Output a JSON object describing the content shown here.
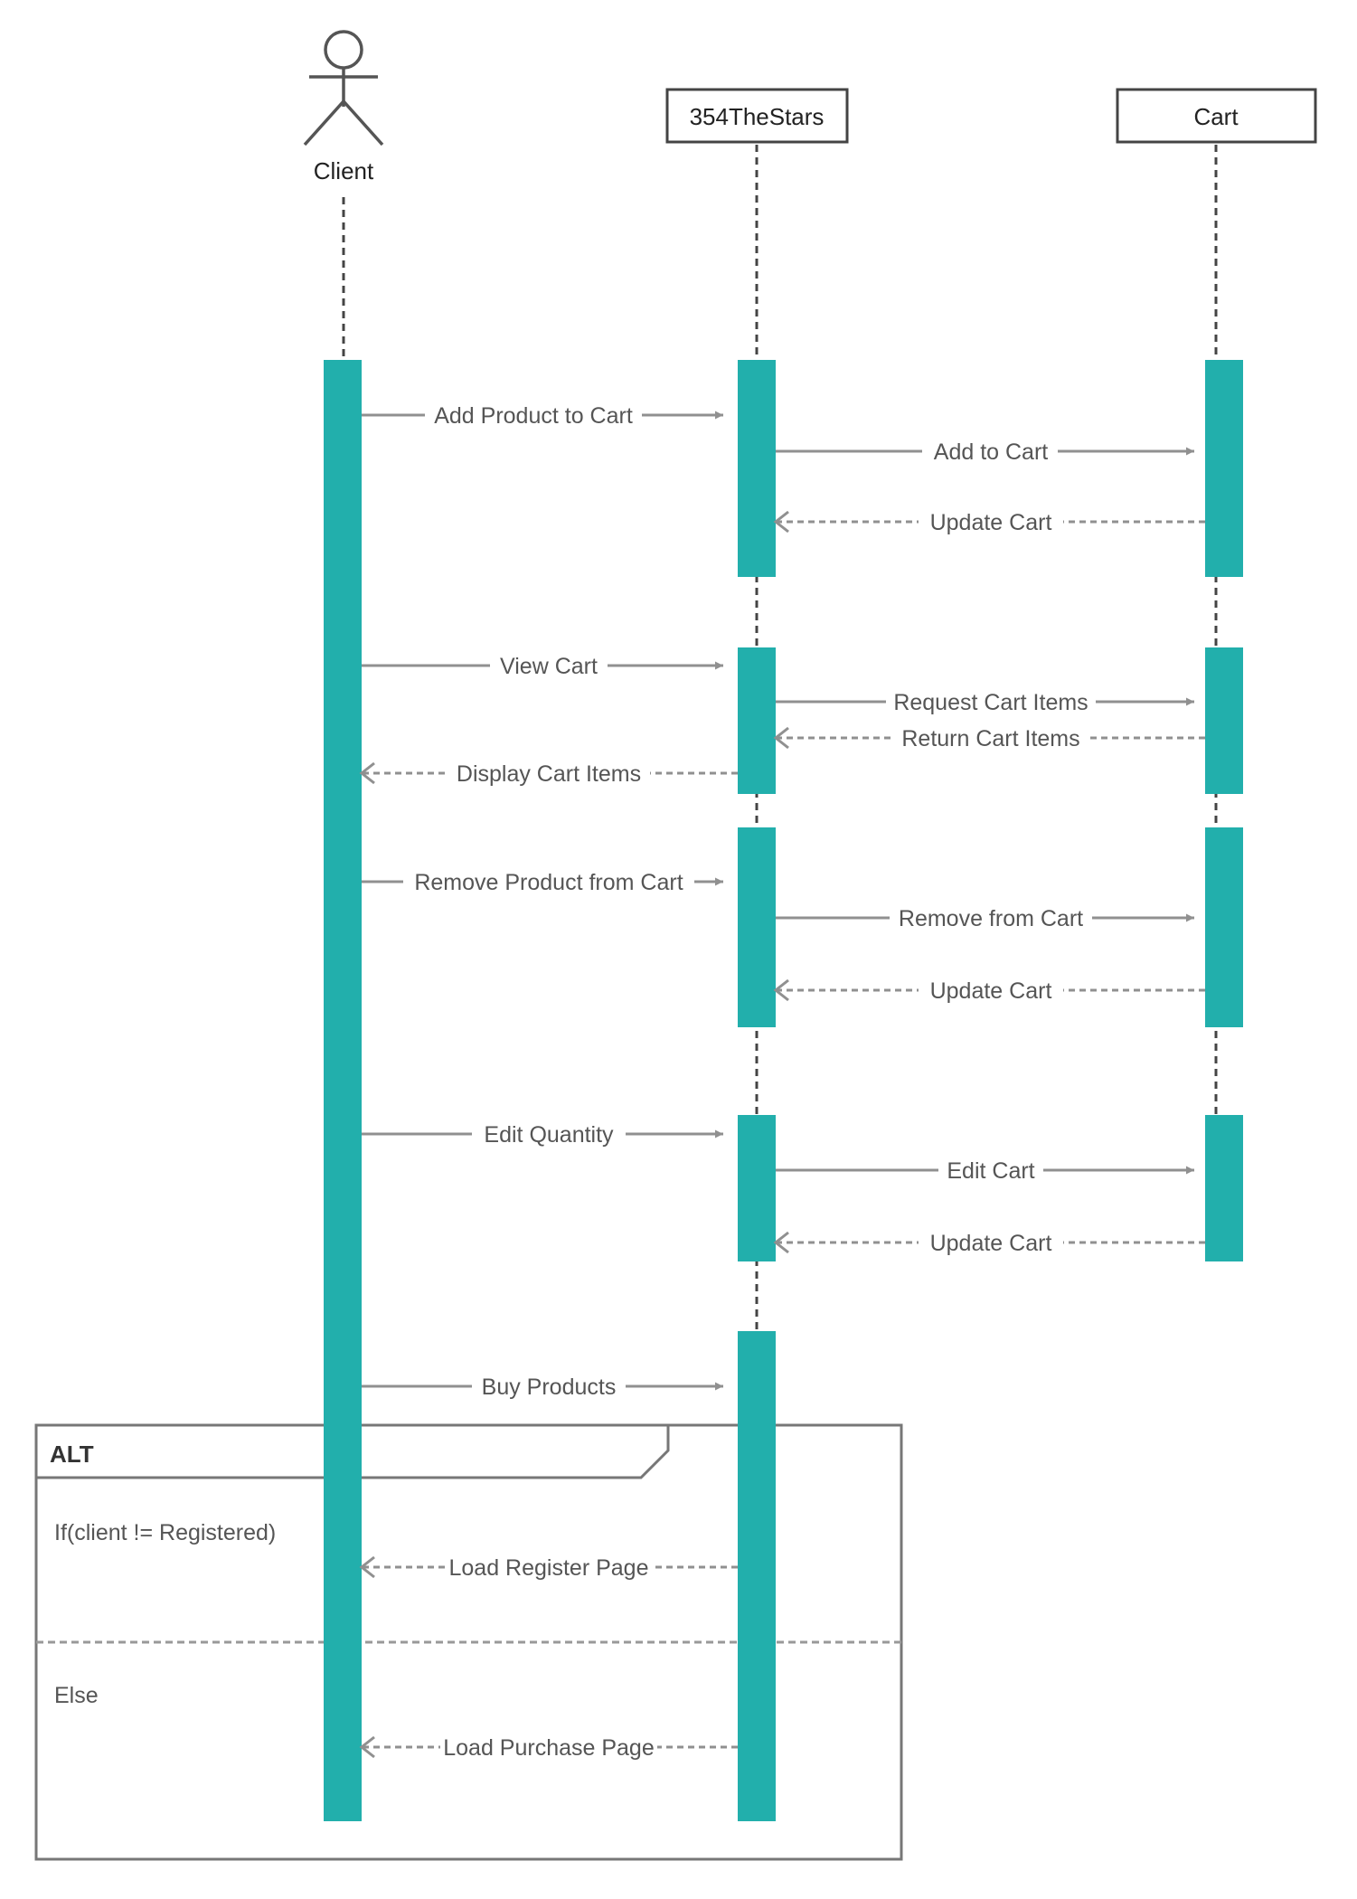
{
  "colors": {
    "activation": "#22afac",
    "line": "#909090",
    "lifeline": "#444444",
    "box_border": "#444444",
    "text": "#555555",
    "frame": "#777777"
  },
  "participants": [
    {
      "id": "client",
      "label": "Client",
      "kind": "actor"
    },
    {
      "id": "stars",
      "label": "354TheStars",
      "kind": "box"
    },
    {
      "id": "cart",
      "label": "Cart",
      "kind": "box"
    }
  ],
  "messages": [
    {
      "from": "client",
      "to": "stars",
      "label": "Add Product to Cart",
      "style": "solid"
    },
    {
      "from": "stars",
      "to": "cart",
      "label": "Add to Cart",
      "style": "solid"
    },
    {
      "from": "cart",
      "to": "stars",
      "label": "Update Cart",
      "style": "dashed"
    },
    {
      "from": "client",
      "to": "stars",
      "label": "View Cart",
      "style": "solid"
    },
    {
      "from": "stars",
      "to": "cart",
      "label": "Request Cart Items",
      "style": "solid"
    },
    {
      "from": "cart",
      "to": "stars",
      "label": "Return Cart Items",
      "style": "dashed"
    },
    {
      "from": "stars",
      "to": "client",
      "label": "Display Cart Items",
      "style": "dashed"
    },
    {
      "from": "client",
      "to": "stars",
      "label": "Remove Product from Cart",
      "style": "solid"
    },
    {
      "from": "stars",
      "to": "cart",
      "label": "Remove from Cart",
      "style": "solid"
    },
    {
      "from": "cart",
      "to": "stars",
      "label": "Update Cart",
      "style": "dashed"
    },
    {
      "from": "client",
      "to": "stars",
      "label": "Edit Quantity",
      "style": "solid"
    },
    {
      "from": "stars",
      "to": "cart",
      "label": "Edit Cart",
      "style": "solid"
    },
    {
      "from": "cart",
      "to": "stars",
      "label": "Update Cart",
      "style": "dashed"
    },
    {
      "from": "client",
      "to": "stars",
      "label": "Buy Products",
      "style": "solid"
    },
    {
      "from": "stars",
      "to": "client",
      "label": "Load Register Page",
      "style": "dashed"
    },
    {
      "from": "stars",
      "to": "client",
      "label": "Load Purchase Page",
      "style": "dashed"
    }
  ],
  "alt_frame": {
    "title": "ALT",
    "conditions": [
      "If(client != Registered)",
      "Else"
    ]
  }
}
